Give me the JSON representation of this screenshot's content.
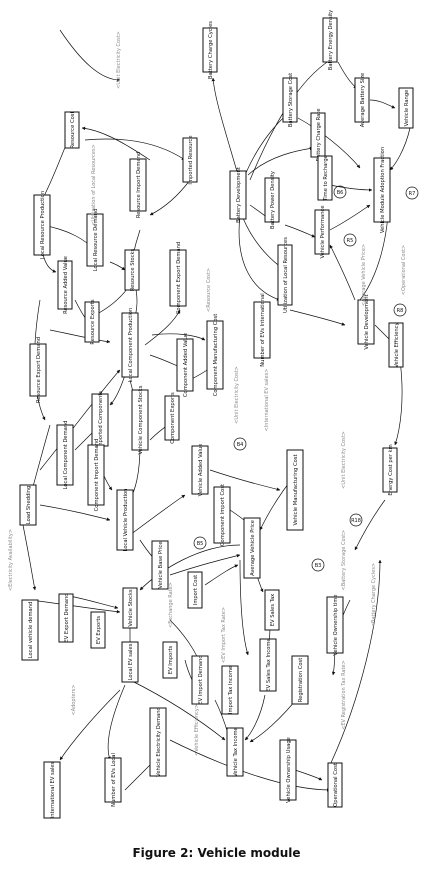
{
  "caption": "Figure 2: Vehicle module",
  "boxes": {
    "battery_charge_cycles": "Battery Charge Cycles",
    "battery_energy_density": "Battery Energy Density",
    "battery_storage_cost": "Battery Storage Cost",
    "battery_charge_rate": "Battery Charge Rate",
    "average_battery_size": "Average Battery Size",
    "vehicle_range": "Vehicle Range",
    "battery_development": "Battery Development",
    "battery_power_density": "Battery Power Density",
    "time_to_recharge": "Time to Recharge",
    "vehicle_performance": "Vehicle Performance",
    "vehicle_module_adoption_fraction": "Vehicle Module Adoption Fraction",
    "utilization_of_local_resources": "Utilization of Local Resources",
    "number_of_evs_international": "Number of EVs International",
    "vehicle_development": "Vehicle Development",
    "vehicle_efficiency": "Vehicle Efficiency",
    "energy_cost_per_km": "Energy Cost per km",
    "resource_cost": "Resource Cost",
    "imported_resource": "Imported Resource",
    "resource_import_demand": "Resource Import Demand",
    "local_resource_production": "Local Resource Production",
    "local_resource_demand": "Local Resource Demand",
    "resource_stocks": "Resource Stocks",
    "resource_added_value": "Resource Added Value",
    "resource_exports": "Resource Exports",
    "component_export_demand": "Component Export Demand",
    "resource_export_demand": "Resource Export Demand",
    "local_component_production": "Local Component Production",
    "component_added_value": "Component Added Value",
    "component_manufacturing_cost": "Component Manufacturing Cost",
    "imported_components": "Imported Components",
    "local_component_demand": "Local Component Demand",
    "vehicle_component_stocks": "Vehicle Component Stocks",
    "component_exports": "Component Exports",
    "component_import_demand": "Component Import Demand",
    "load_shedding": "Load Shedding",
    "local_vehicle_production": "Local Vehicle Production",
    "vehicle_added_value": "Vehicle Added Value",
    "component_import_cost": "Component Import Cost",
    "vehicle_manufacturing_cost": "Vehicle Manufacturing Cost",
    "vehicle_base_price": "Vehicle Base Price",
    "average_vehicle_price": "Average Vehicle Price",
    "import_cost": "Import Cost",
    "local_vehicle_demand": "Local vehicle demand",
    "ev_export_demand": "EV Export Demand",
    "vehicle_stocks": "Vehicle Stocks",
    "ev_exports": "EV Exports",
    "ev_sales_tax": "EV Sales Tax",
    "vehicle_ownership_time": "Vehicle Ownership time",
    "ev_imports": "EV Imports",
    "ev_import_demand": "EV Import Demand",
    "import_tax_income": "Import Tax Income",
    "ev_sales_tax_income": "EV Sales Tax Income",
    "registration_cost": "Registration Cost",
    "local_ev_sales": "Local EV sales",
    "vehicle_tax_income": "Vehicle Tax Income",
    "international_ev_sales": "International EV sales",
    "number_of_evs_local": "Number of EVs Local",
    "vehicle_electricity_demand": "Vehicle Electricity Demand",
    "vehicle_ownership_usage": "Vehicle Ownership Usage",
    "operational_cost": "Operational Cost"
  },
  "shadow_vars": {
    "unit_electricity_cost_top": "<Unit Electricity Cost>",
    "utilization_of_local_resources_ref": "<Utilization of Local Resources>",
    "resource_cost_ref": "<Resource Cost>",
    "average_vehicle_price_ref": "<Average Vehicle Price>",
    "operational_cost_ref": "<Operational Cost>",
    "unit_electricity_cost_mid": "<Unit Electricity Cost>",
    "international_ev_sales_ref": "<International EV sales>",
    "unit_electricity_cost_right": "<Unit Electricity Cost>",
    "electricity_availability": "<Electricity Availability>",
    "battery_storage_cost_ref": "<Battery Storage Cost>",
    "exchange_rate": "<Exchange Rate>",
    "ev_import_tax_rate": "<EV Import Tax Rate>",
    "battery_charge_cycles_ref": "<Battery Charge Cycles>",
    "adopters": "<Adopters>",
    "ev_registration_tax_rate": "<EV Registration Tax Rate>",
    "vehicle_efficiency_ref": "<Vehicle Efficiency>"
  },
  "loops": {
    "b6": "B6",
    "r7": "R7",
    "r5": "R5",
    "r8": "R8",
    "b4": "B4",
    "b5": "B5",
    "b3": "B3",
    "r18": "R18"
  }
}
